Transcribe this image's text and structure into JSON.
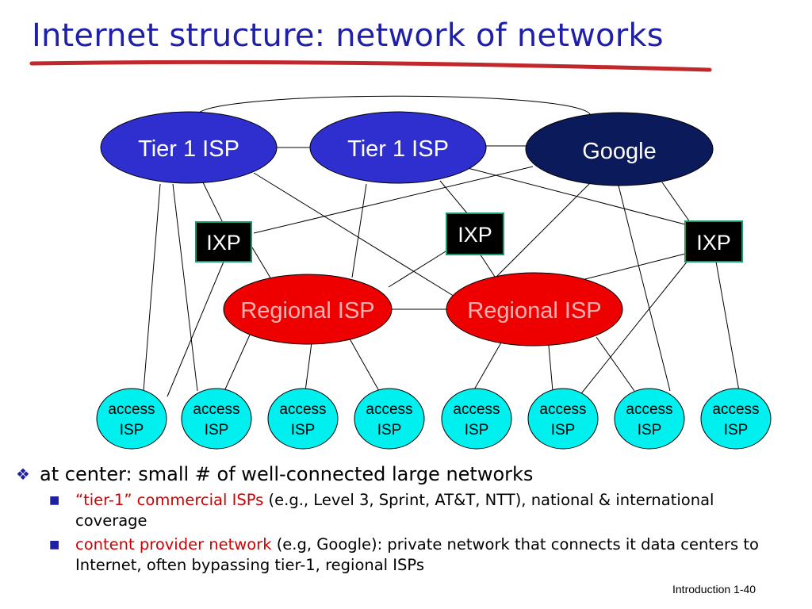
{
  "slide": {
    "title": "Internet structure: network of networks",
    "footer": "Introduction 1-40"
  },
  "colors": {
    "title": "#1f1fa8",
    "tier1_fill": "#2f2fcf",
    "google_fill": "#0a1a5a",
    "regional_fill": "#ee0000",
    "regional_text": "#ffb0b0",
    "access_fill": "#00f0f0",
    "ixp_fill": "#000000",
    "ixp_border": "#1a9c6a",
    "underline": "#c0282c",
    "highlight_text": "#d00000"
  },
  "diagram": {
    "tier1_a": "Tier 1 ISP",
    "tier1_b": "Tier 1 ISP",
    "google": "Google",
    "ixp_left": "IXP",
    "ixp_mid": "IXP",
    "ixp_right": "IXP",
    "regional_left": "Regional ISP",
    "regional_right": "Regional ISP",
    "access": [
      {
        "line1": "access",
        "line2": "ISP"
      },
      {
        "line1": "access",
        "line2": "ISP"
      },
      {
        "line1": "access",
        "line2": "ISP"
      },
      {
        "line1": "access",
        "line2": "ISP"
      },
      {
        "line1": "access",
        "line2": "ISP"
      },
      {
        "line1": "access",
        "line2": "ISP"
      },
      {
        "line1": "access",
        "line2": "ISP"
      },
      {
        "line1": "access",
        "line2": "ISP"
      }
    ]
  },
  "bullets": {
    "main": "at center: small # of well-connected large networks",
    "sub1_red": "“tier-1” commercial ISPs",
    "sub1_rest": " (e.g., Level 3, Sprint, AT&T, NTT), national & international coverage",
    "sub2_red": "content provider network",
    "sub2_rest": " (e.g, Google): private network that connects it data centers to Internet, often bypassing tier-1, regional ISPs"
  }
}
